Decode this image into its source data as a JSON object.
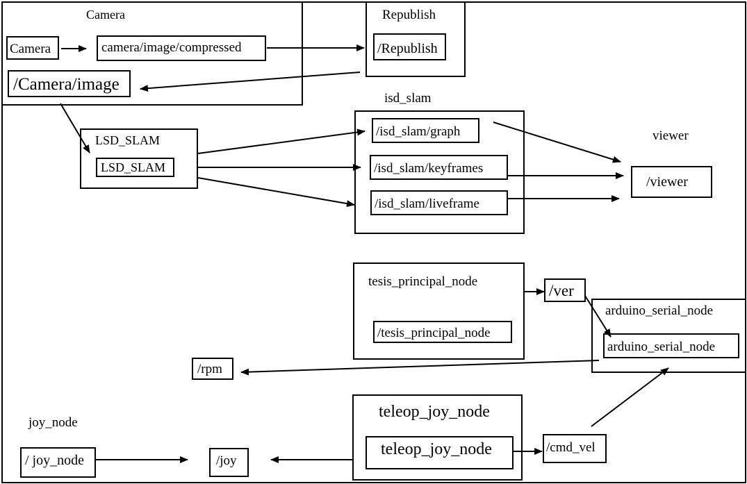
{
  "groups": {
    "camera": "Camera",
    "republish": "Republish",
    "lsd_slam_group": "isd_slam",
    "lsd_slam_node": "LSD_SLAM",
    "viewer": "viewer",
    "tesis": "tesis_principal_node",
    "arduino": "arduino_serial_node",
    "teleop": "teleop_joy_node",
    "joy_node": "joy_node"
  },
  "nodes": {
    "camera_src": "Camera",
    "camera_compressed": "camera/image/compressed",
    "republish": "/Republish",
    "camera_image": "/Camera/image",
    "lsd_slam": "LSD_SLAM",
    "graph": "/isd_slam/graph",
    "keyframes": "/isd_slam/keyframes",
    "liveframe": "/isd_slam/liveframe",
    "viewer": "/viewer",
    "tesis": "/tesis_principal_node",
    "ver": "/ver",
    "arduino": "arduino_serial_node",
    "rpm": "/rpm",
    "teleop": "teleop_joy_node",
    "cmd_vel": "/cmd_vel",
    "joy": "/joy",
    "joy_node": "/ joy_node"
  },
  "colors": {
    "stroke": "#000000",
    "background": "#ffffff"
  }
}
